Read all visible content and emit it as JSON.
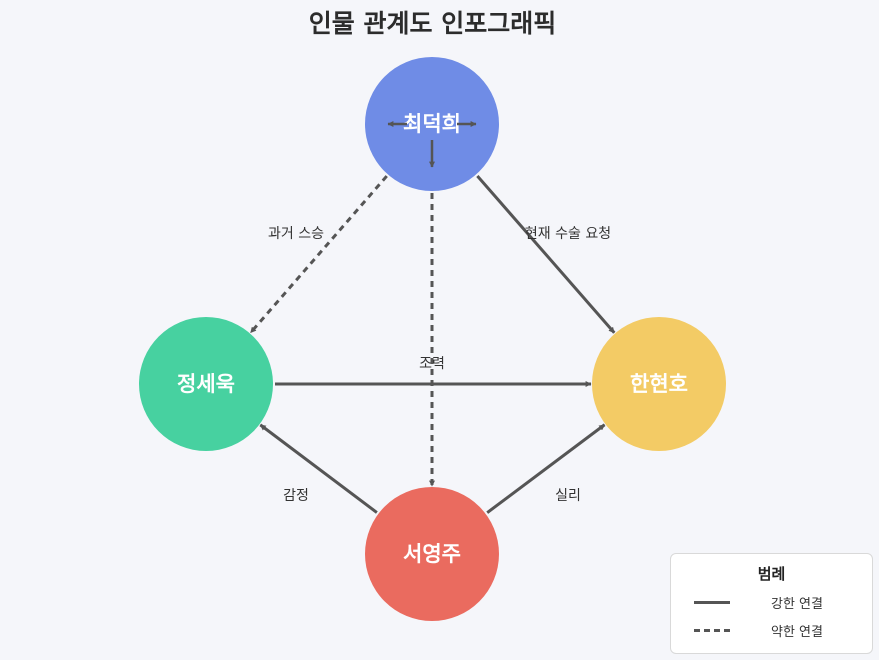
{
  "title": "인물 관계도 인포그래픽",
  "nodes": [
    {
      "id": "choi",
      "label": "최덕희",
      "color": "#6f8ce6"
    },
    {
      "id": "jeong",
      "label": "정세욱",
      "color": "#47d1a0"
    },
    {
      "id": "han",
      "label": "한현호",
      "color": "#f3cb65"
    },
    {
      "id": "seo",
      "label": "서영주",
      "color": "#ea6b5f"
    }
  ],
  "edges": [
    {
      "from": "choi",
      "to": "jeong",
      "label": "과거 스승",
      "style": "dashed"
    },
    {
      "from": "choi",
      "to": "han",
      "label": "현재 수술 요청",
      "style": "solid"
    },
    {
      "from": "choi",
      "to": "seo",
      "label": "",
      "style": "dashed"
    },
    {
      "from": "jeong",
      "to": "han",
      "label": "조력",
      "style": "solid"
    },
    {
      "from": "seo",
      "to": "jeong",
      "label": "감정",
      "style": "solid"
    },
    {
      "from": "seo",
      "to": "han",
      "label": "실리",
      "style": "solid"
    }
  ],
  "legend": {
    "title": "범례",
    "items": [
      {
        "label": "강한 연결",
        "style": "solid"
      },
      {
        "label": "약한 연결",
        "style": "dashed"
      }
    ]
  },
  "line_color": "#555555"
}
